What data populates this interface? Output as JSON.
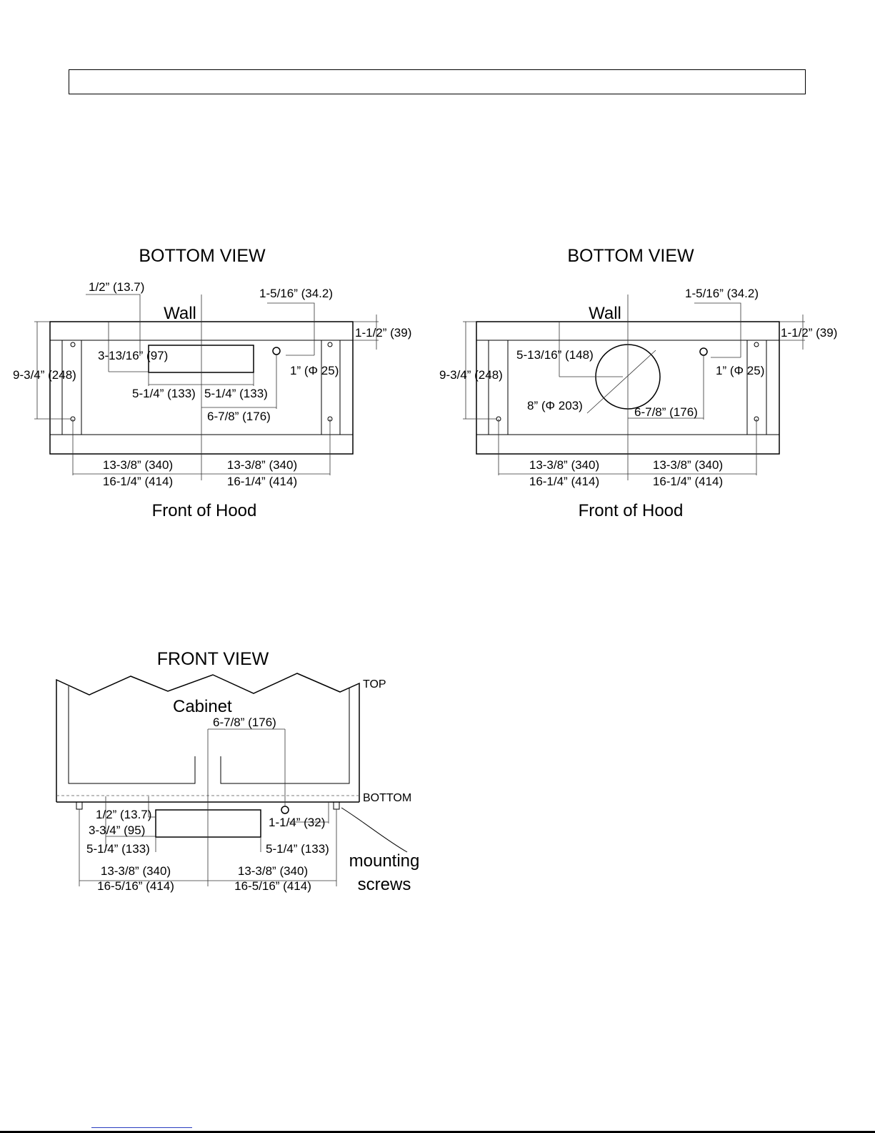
{
  "bottom_view_1": {
    "title": "BOTTOM VIEW",
    "wall_label": "Wall",
    "front_label": "Front of Hood",
    "dims": {
      "top_left": "1/2” (13.7)",
      "top_right": "1-5/16” (34.2)",
      "right_offset": "1-1/2” (39)",
      "depth": "9-3/4” (248)",
      "cutout_depth": "3-13/16” (97)",
      "hole": "1” (Φ 25)",
      "half_cut_left": "5-1/4” (133)",
      "half_cut_right": "5-1/4” (133)",
      "hole_offset": "6-7/8” (176)",
      "screw_left": "13-3/8” (340)",
      "screw_right": "13-3/8” (340)",
      "half_width_left": "16-1/4” (414)",
      "half_width_right": "16-1/4” (414)"
    }
  },
  "bottom_view_2": {
    "title": "BOTTOM VIEW",
    "wall_label": "Wall",
    "front_label": "Front of Hood",
    "dims": {
      "top_right": "1-5/16” (34.2)",
      "right_offset": "1-1/2” (39)",
      "depth": "9-3/4” (248)",
      "duct_offset": "5-13/16” (148)",
      "hole": "1” (Φ 25)",
      "duct_diameter": "8” (Φ 203)",
      "hole_offset": "6-7/8” (176)",
      "screw_left": "13-3/8” (340)",
      "screw_right": "13-3/8” (340)",
      "half_width_left": "16-1/4” (414)",
      "half_width_right": "16-1/4” (414)"
    }
  },
  "front_view": {
    "title": "FRONT VIEW",
    "cabinet_label": "Cabinet",
    "top_label": "TOP",
    "bottom_label": "BOTTOM",
    "mounting_line1": "mounting",
    "mounting_line2": "screws",
    "dims": {
      "hole_offset": "6-7/8” (176)",
      "top_gap": "1/2” (13.7)",
      "cutout_height": "3-3/4” (95)",
      "hole_drop": "1-1/4” (32)",
      "half_cut_left": "5-1/4” (133)",
      "half_cut_right": "5-1/4” (133)",
      "screw_left": "13-3/8” (340)",
      "screw_right": "13-3/8” (340)",
      "half_width_left": "16-5/16” (414)",
      "half_width_right": "16-5/16” (414)"
    }
  }
}
